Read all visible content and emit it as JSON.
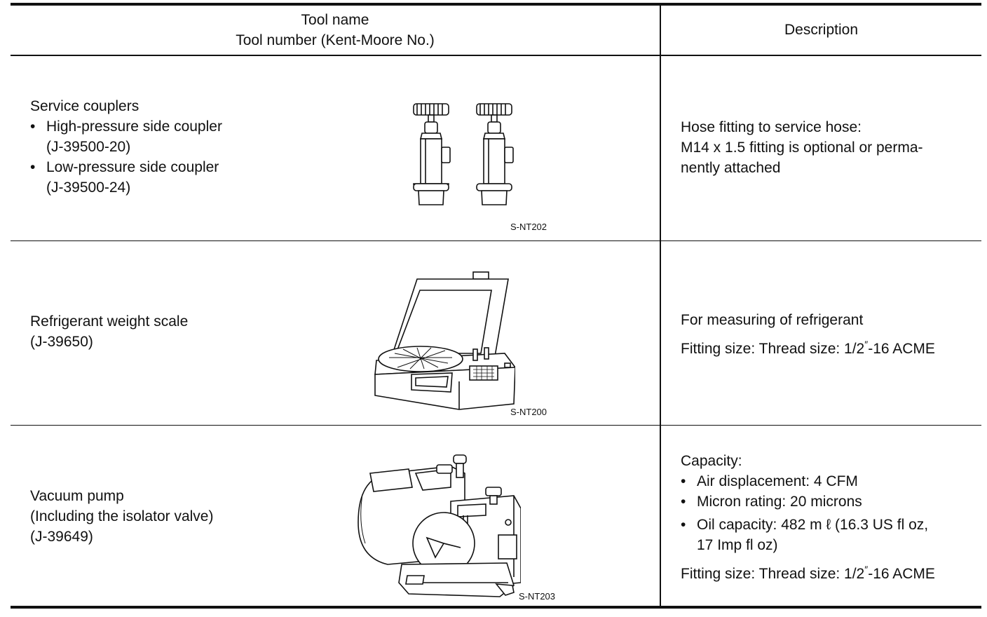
{
  "header": {
    "tool_name": "Tool name",
    "tool_number": "Tool number (Kent-Moore No.)",
    "description": "Description"
  },
  "rows": [
    {
      "name_lines": [
        "Service couplers"
      ],
      "bullets": [
        {
          "text": "High-pressure side coupler",
          "sub": "(J-39500-20)"
        },
        {
          "text": "Low-pressure side coupler",
          "sub": "(J-39500-24)"
        }
      ],
      "figure_code": "S-NT202",
      "description_lines": [
        "Hose fitting to service hose:",
        "M14 x 1.5 fitting is optional or perma-",
        "nently attached"
      ]
    },
    {
      "name_lines": [
        "Refrigerant weight scale",
        "(J-39650)"
      ],
      "figure_code": "S-NT200",
      "description_lines": [
        "For measuring of refrigerant"
      ],
      "fitting": {
        "prefix": "Fitting size: Thread size: 1/2",
        "mark": "″",
        "suffix": "-16 ACME"
      }
    },
    {
      "name_lines": [
        "Vacuum pump",
        "(Including the isolator valve)",
        "(J-39649)"
      ],
      "figure_code": "S-NT203",
      "description_lines": [
        "Capacity:"
      ],
      "bullets": [
        {
          "text": "Air displacement: 4 CFM"
        },
        {
          "text": "Micron rating: 20 microns"
        },
        {
          "text": "Oil capacity: 482 m ℓ  (16.3 US fl oz,",
          "sub": "17 Imp fl oz)"
        }
      ],
      "fitting": {
        "prefix": "Fitting size: Thread size: 1/2",
        "mark": "″",
        "suffix": "-16 ACME"
      }
    }
  ],
  "bullet_glyph": "•"
}
